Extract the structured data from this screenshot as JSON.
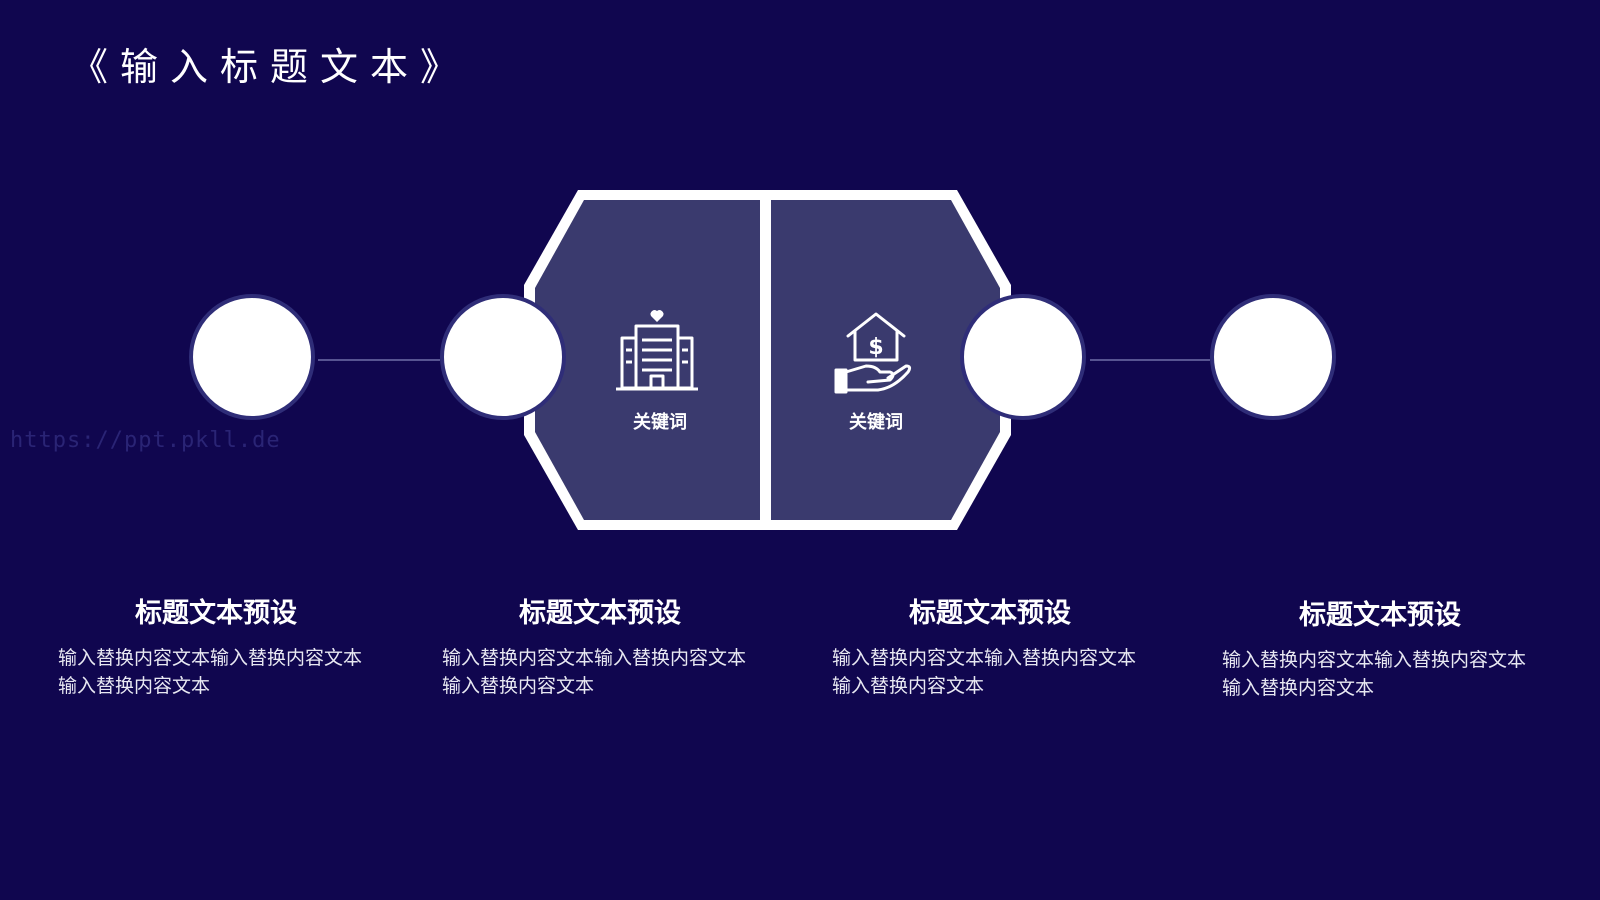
{
  "title": "《输入标题文本》",
  "watermark": "https://ppt.pkll.de",
  "hexagon": {
    "left_label": "关键词",
    "right_label": "关键词",
    "left_icon": "hospital-building-icon",
    "right_icon": "hand-house-dollar-icon"
  },
  "columns": [
    {
      "title": "标题文本预设",
      "text": "输入替换内容文本输入替换内容文本输入替换内容文本"
    },
    {
      "title": "标题文本预设",
      "text": "输入替换内容文本输入替换内容文本输入替换内容文本"
    },
    {
      "title": "标题文本预设",
      "text": "输入替换内容文本输入替换内容文本输入替换内容文本"
    },
    {
      "title": "标题文本预设",
      "text": "输入替换内容文本输入替换内容文本输入替换内容文本"
    }
  ],
  "colors": {
    "background": "#10064f",
    "hex_fill": "#3a3a6e",
    "outline": "#ffffff"
  }
}
